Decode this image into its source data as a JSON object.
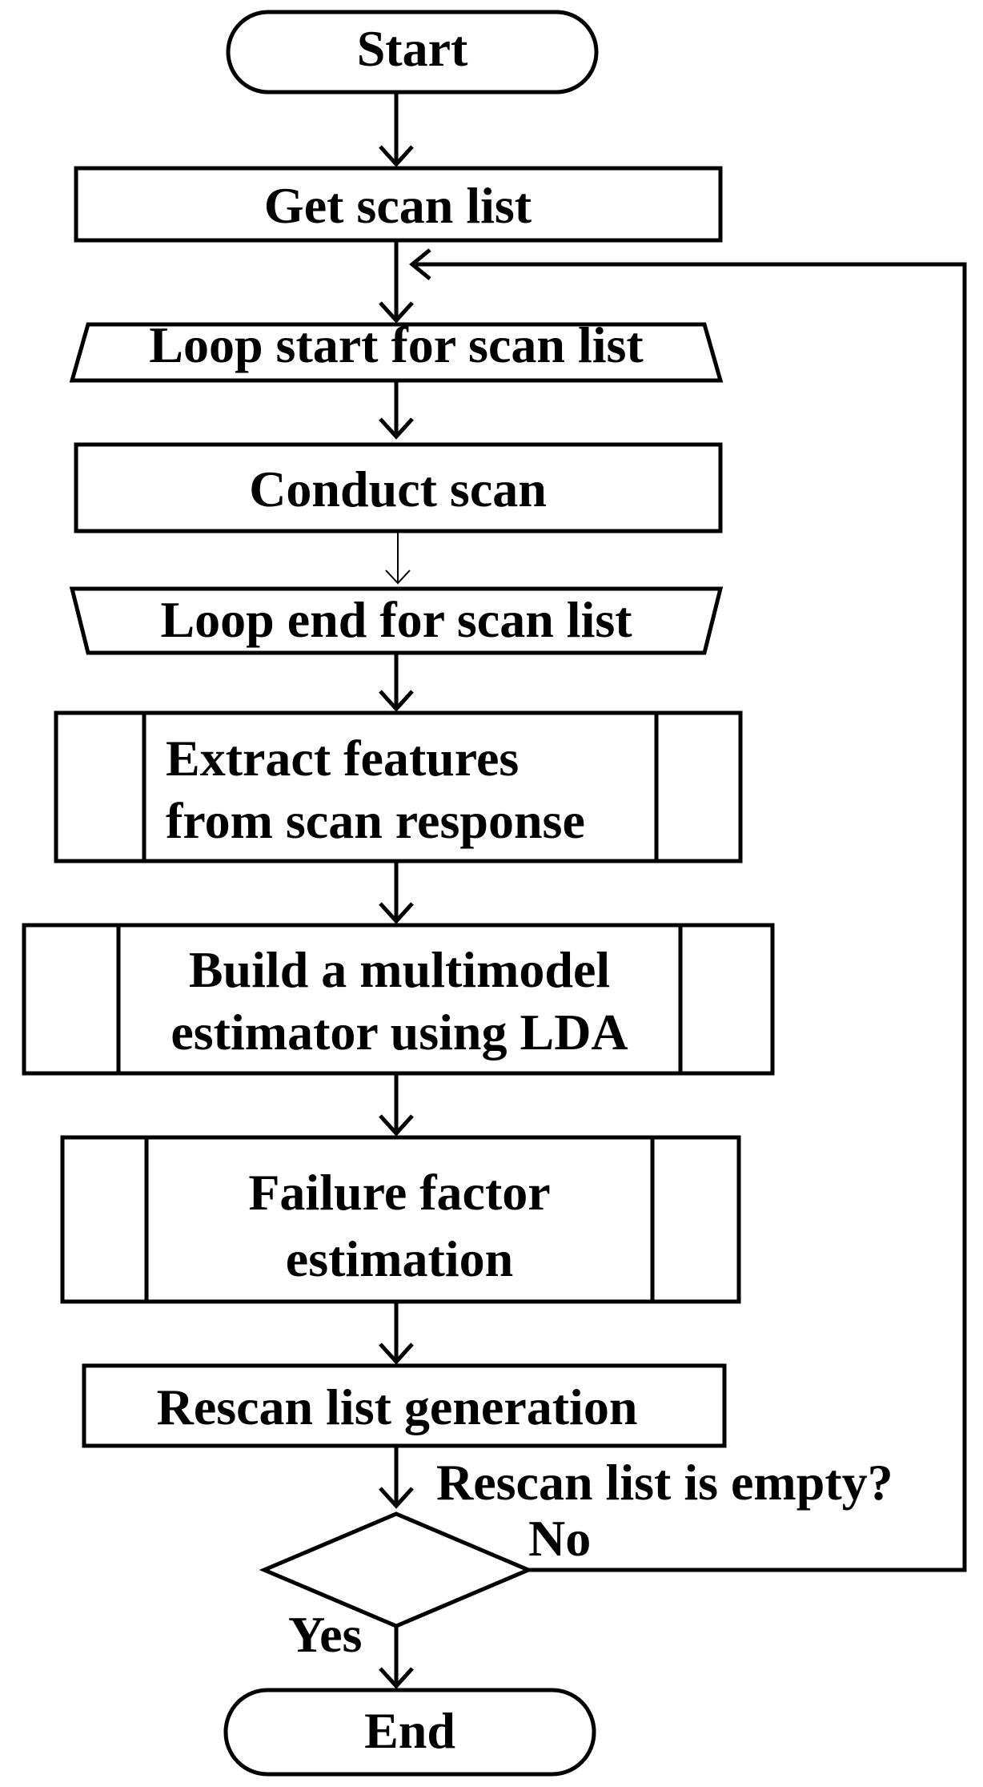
{
  "nodes": {
    "start": "Start",
    "get_scan_list": "Get scan list",
    "loop_start": "Loop start for scan list",
    "conduct_scan": "Conduct scan",
    "loop_end": "Loop end for scan list",
    "extract_line1": "Extract features",
    "extract_line2": "from scan response",
    "build_line1": "Build a multimodel",
    "build_line2": "estimator using LDA",
    "failure_line1": "Failure factor",
    "failure_line2": "estimation",
    "rescan_generation": "Rescan list generation",
    "decision_question": "Rescan list is empty?",
    "end": "End"
  },
  "branches": {
    "no": "No",
    "yes": "Yes"
  }
}
